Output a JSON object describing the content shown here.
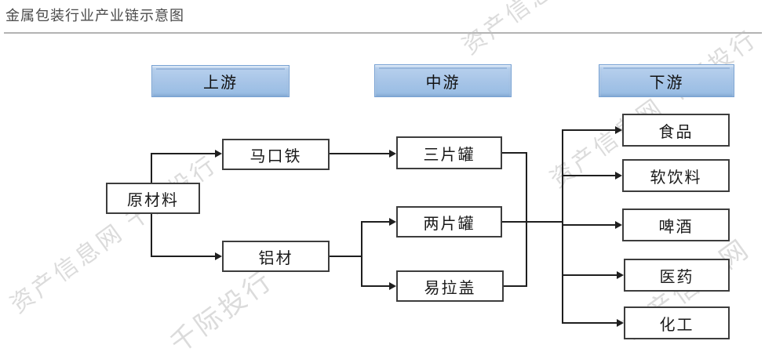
{
  "page": {
    "title": "金属包装行业产业链示意图"
  },
  "watermark": {
    "full": "资产信息网 千际投行",
    "brand1": "资产信息网",
    "brand2": "千际投行"
  },
  "diagram": {
    "stages": [
      {
        "id": "upstream",
        "label": "上游"
      },
      {
        "id": "midstream",
        "label": "中游"
      },
      {
        "id": "downstream",
        "label": "下游"
      }
    ],
    "nodes": [
      {
        "id": "raw-material",
        "label": "原材料",
        "stage": "上游"
      },
      {
        "id": "tinplate",
        "label": "马口铁",
        "stage": "上游"
      },
      {
        "id": "aluminum",
        "label": "铝材",
        "stage": "上游"
      },
      {
        "id": "three-piece-can",
        "label": "三片罐",
        "stage": "中游"
      },
      {
        "id": "two-piece-can",
        "label": "两片罐",
        "stage": "中游"
      },
      {
        "id": "easy-open-lid",
        "label": "易拉盖",
        "stage": "中游"
      },
      {
        "id": "food",
        "label": "食品",
        "stage": "下游"
      },
      {
        "id": "soft-drink",
        "label": "软饮料",
        "stage": "下游"
      },
      {
        "id": "beer",
        "label": "啤酒",
        "stage": "下游"
      },
      {
        "id": "pharma",
        "label": "医药",
        "stage": "下游"
      },
      {
        "id": "chemical",
        "label": "化工",
        "stage": "下游"
      }
    ],
    "edges": [
      {
        "from": "raw-material",
        "to": "tinplate"
      },
      {
        "from": "raw-material",
        "to": "aluminum"
      },
      {
        "from": "tinplate",
        "to": "three-piece-can"
      },
      {
        "from": "aluminum",
        "to": "two-piece-can"
      },
      {
        "from": "aluminum",
        "to": "easy-open-lid"
      },
      {
        "from": "three-piece-can",
        "to": "downstream-junction"
      },
      {
        "from": "two-piece-can",
        "to": "downstream-junction"
      },
      {
        "from": "easy-open-lid",
        "to": "downstream-junction"
      },
      {
        "from": "downstream-junction",
        "to": "food"
      },
      {
        "from": "downstream-junction",
        "to": "soft-drink"
      },
      {
        "from": "downstream-junction",
        "to": "beer"
      },
      {
        "from": "downstream-junction",
        "to": "pharma"
      },
      {
        "from": "downstream-junction",
        "to": "chemical"
      }
    ],
    "colors": {
      "stage_fill_top": "#bad2ee",
      "stage_fill_bottom": "#97bce3",
      "stage_border": "#78a2d3",
      "node_border": "#3d3d3d",
      "connector": "#1f1f1f",
      "watermark": "#bfbfbf",
      "divider": "#b3b3b3"
    }
  }
}
